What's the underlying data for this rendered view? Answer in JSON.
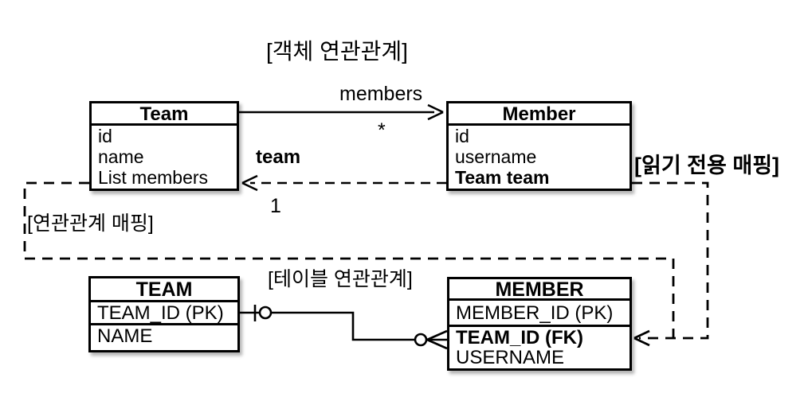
{
  "colors": {
    "ink": "#000000",
    "background": "#ffffff"
  },
  "titles": {
    "object_section": "[객체 연관관계]",
    "table_section": "[테이블 연관관계]"
  },
  "annotations": {
    "association_mapping": "[연관관계 매핑]",
    "readonly_mapping": "[읽기 전용 매핑]"
  },
  "object_diagram": {
    "team_class": {
      "title": "Team",
      "fields": [
        "id",
        "name",
        "List members"
      ]
    },
    "member_class": {
      "title": "Member",
      "fields": [
        "id",
        "username",
        "Team team"
      ]
    },
    "members_association": {
      "label": "members",
      "multiplicity": "*"
    },
    "team_association": {
      "label": "team",
      "multiplicity": "1"
    }
  },
  "table_diagram": {
    "team_table": {
      "title": "TEAM",
      "columns": [
        "TEAM_ID (PK)",
        "NAME"
      ]
    },
    "member_table": {
      "title": "MEMBER",
      "columns": [
        "MEMBER_ID (PK)",
        "TEAM_ID (FK)",
        "USERNAME"
      ]
    }
  }
}
